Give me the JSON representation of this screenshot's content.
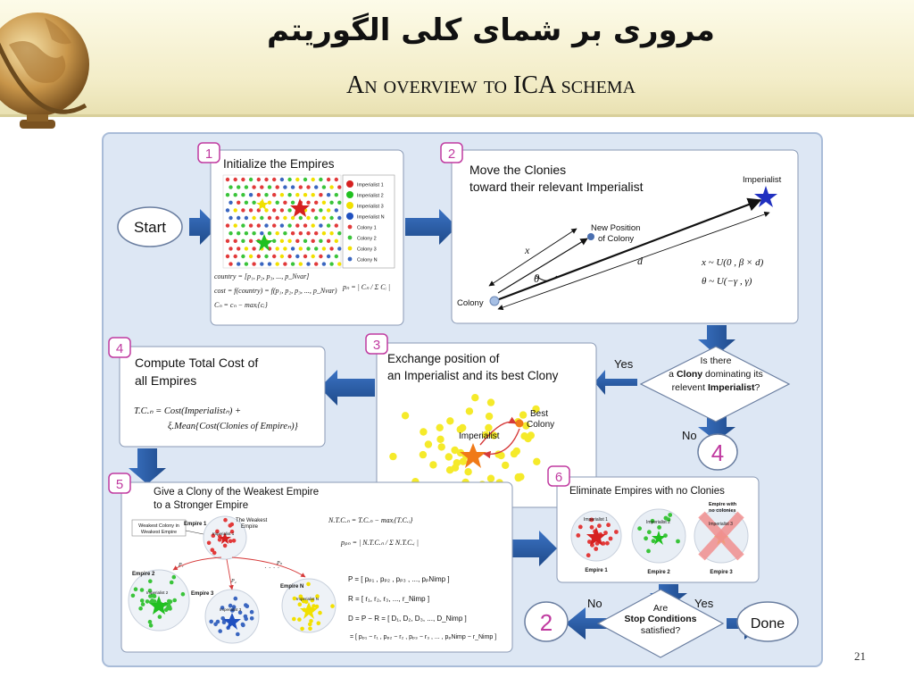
{
  "header": {
    "title_fa": "مروری بر شمای کلی الگوریتم",
    "title_en": "An overview to ICA schema"
  },
  "page_number": "21",
  "colors": {
    "panel_bg": "#dde7f4",
    "arrow_blue": "#2e5c9e",
    "step_number": "#c03aa0",
    "colony_red": "#e23a3a",
    "colony_green": "#3ac43a",
    "colony_yellow": "#f2e000",
    "colony_blue": "#3a66c0",
    "imperialist_orange": "#f07a18"
  },
  "diagram": {
    "start_label": "Start",
    "done_label": "Done",
    "step1": {
      "number": "1",
      "title": "Initialize the Empires",
      "legend": [
        "Imperialist 1",
        "Imperialist 2",
        "Imperialist 3",
        "Imperialist N",
        "Colony 1",
        "Colony 2",
        "Colony 3",
        "Colony N"
      ],
      "eq_country": "country = [p₁, p₂, p₃, ..., p_Nvar]",
      "eq_cost": "cost = f(country) = f(p₁, p₂, p₃, ..., p_Nvar)",
      "eq_cn": "Cₙ = cₙ − maxᵢ{cᵢ}",
      "eq_pn": "pₙ = | Cₙ / Σ Cᵢ |"
    },
    "step2": {
      "number": "2",
      "title_line1": "Move the Clonies",
      "title_line2": "toward their relevant Imperialist",
      "imperialist_label": "Imperialist",
      "new_pos_line1": "New Position",
      "new_pos_line2": "of Colony",
      "colony_label": "Colony",
      "x_label": "x",
      "d_label": "d",
      "theta_label": "θ",
      "eq1": "x ~ U(0 , β × d)",
      "eq2": "θ ~ U(−γ , γ)"
    },
    "decision1": {
      "line1": "Is there",
      "line2_pre": "a ",
      "line2_bold": "Clony",
      "line2_post": " dominating its",
      "line3_pre": "relevent ",
      "line3_bold": "Imperialist",
      "line3_post": "?",
      "yes_label": "Yes",
      "no_label": "No",
      "goto_label": "4"
    },
    "step3": {
      "number": "3",
      "title_line1": "Exchange position of",
      "title_line2": "an Imperialist and its best Clony",
      "best_label_line1": "Best",
      "best_label_line2": "Colony",
      "imperialist_label": "Imperialist"
    },
    "step4": {
      "number": "4",
      "title_line1": "Compute Total Cost of",
      "title_line2": "all Empires",
      "eq_line1": "T.C.ₙ = Cost(Imperialistₙ) +",
      "eq_line2": "ξ.Mean{Cost(Clonies of Empireₙ)}"
    },
    "step5": {
      "number": "5",
      "title_line1": "Give a Clony of the Weakest Empire",
      "title_line2": "to a Stronger Empire",
      "weakest_label_line1": "Weakest Colony in",
      "weakest_label_line2": "Weakest Empire",
      "empire1": "Empire 1",
      "weakest_empire_line1": "The Weakest",
      "weakest_empire_line2": "Empire",
      "empire2": "Empire 2",
      "empire3": "Empire 3",
      "empireN": "Empire N",
      "imp1": "Imperialist 1",
      "imp2": "Imperialist 2",
      "imp3": "Imperialist 3",
      "impN": "Imperialist N",
      "p1": "P₁",
      "p2": "P₂",
      "p3": "P₃",
      "pN": "Pₙ",
      "eq_ntc": "N.T.C.ₙ = T.C.ₙ − maxᵢ{T.C.ᵢ}",
      "eq_pp": "pₚₙ = | N.T.C.ₙ / Σ N.T.C.ᵢ |",
      "eq_P": "P = [ pₚ₁ , pₚ₂ , pₚ₃ , ..., pₚNimp ]",
      "eq_R": "R = [ r₁, r₂, r₃, ..., r_Nimp ]",
      "eq_D": "D = P − R = [ D₁, D₂, D₃, ..., D_Nimp ]",
      "eq_D2": "= [ pₚ₁ − r₁ ,  pₚ₂ − r₂ ,  pₚ₃ − r₃ , ... , pₚNimp − r_Nimp ]"
    },
    "step6": {
      "number": "6",
      "title": "Eliminate Empires with no Clonies",
      "empire1": "Empire 1",
      "empire2": "Empire 2",
      "empire3": "Empire 3",
      "imp1": "Imperialist 1",
      "imp2": "Imperialist 2",
      "imp3": "Imperialist 3",
      "empire_with_line1": "Empire with",
      "empire_with_line2": "no colonies"
    },
    "decision2": {
      "line1": "Are",
      "line2": "Stop Conditions",
      "line3": "satisfied?",
      "no_label": "No",
      "yes_label": "Yes",
      "goto_label": "2"
    }
  }
}
